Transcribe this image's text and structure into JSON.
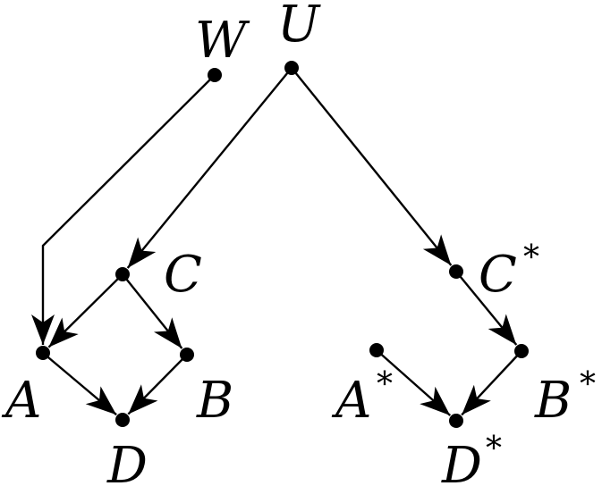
{
  "nodes": {
    "W": {
      "label": "W",
      "star": ""
    },
    "U": {
      "label": "U",
      "star": ""
    },
    "C": {
      "label": "C",
      "star": ""
    },
    "A": {
      "label": "A",
      "star": ""
    },
    "B": {
      "label": "B",
      "star": ""
    },
    "D": {
      "label": "D",
      "star": ""
    },
    "Cs": {
      "label": "C",
      "star": "*"
    },
    "As": {
      "label": "A",
      "star": "*"
    },
    "Bs": {
      "label": "B",
      "star": "*"
    },
    "Ds": {
      "label": "D",
      "star": "*"
    }
  },
  "edges": [
    {
      "from": "W",
      "to": "A"
    },
    {
      "from": "U",
      "to": "C"
    },
    {
      "from": "U",
      "to": "Cs"
    },
    {
      "from": "C",
      "to": "A"
    },
    {
      "from": "C",
      "to": "B"
    },
    {
      "from": "A",
      "to": "D"
    },
    {
      "from": "B",
      "to": "D"
    },
    {
      "from": "Cs",
      "to": "Bs"
    },
    {
      "from": "As",
      "to": "Ds"
    },
    {
      "from": "Bs",
      "to": "Ds"
    }
  ]
}
